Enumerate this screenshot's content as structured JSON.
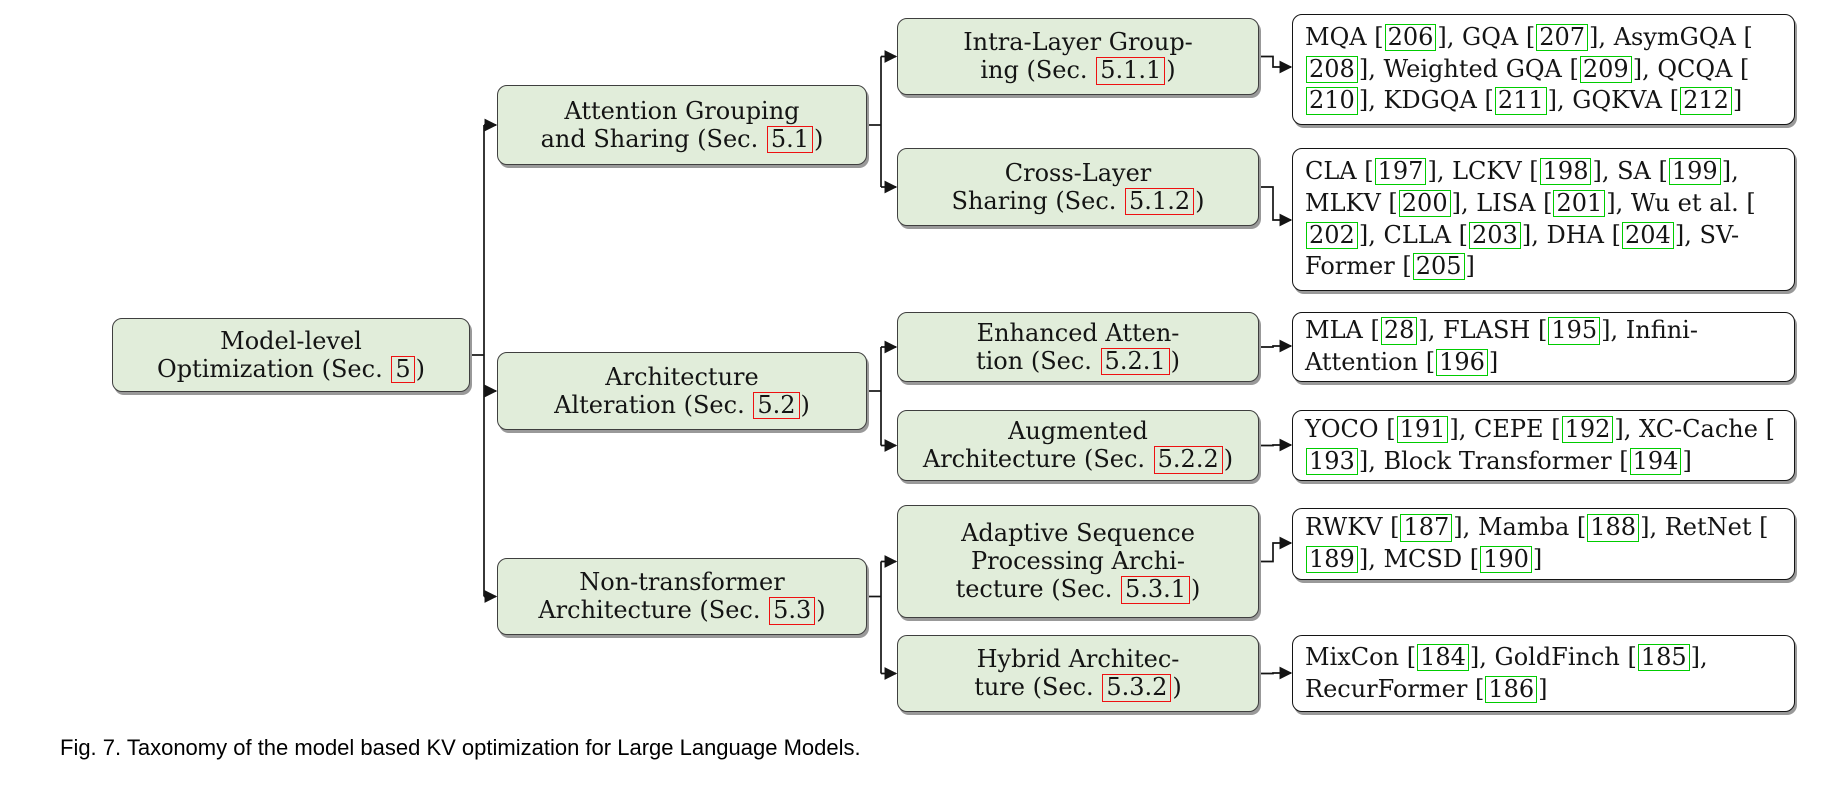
{
  "caption": "Fig. 7. Taxonomy of the model based KV optimization for Large Language Models.",
  "punct": {
    "sec_close": ")",
    "cite_open": " [",
    "cite_close": "]",
    "sep": ", "
  },
  "colors": {
    "node_fill": "#e1edda",
    "node_border": "#3f3f3f",
    "leaf_border": "#141414",
    "sec_border": "#ee1111",
    "cite_border": "#00cc00",
    "connector": "#141414"
  },
  "nodes": [
    {
      "id": "root",
      "pre": "Model-level\nOptimization (Sec. ",
      "sec": "5"
    },
    {
      "id": "5.1",
      "pre": "Attention Grouping\nand Sharing (Sec. ",
      "sec": "5.1"
    },
    {
      "id": "5.2",
      "pre": "Architecture\nAlteration (Sec. ",
      "sec": "5.2"
    },
    {
      "id": "5.3",
      "pre": "Non-transformer\nArchitecture (Sec. ",
      "sec": "5.3"
    },
    {
      "id": "5.1.1",
      "pre": "Intra-Layer Group-\ning (Sec. ",
      "sec": "5.1.1"
    },
    {
      "id": "5.1.2",
      "pre": "Cross-Layer\nSharing (Sec. ",
      "sec": "5.1.2"
    },
    {
      "id": "5.2.1",
      "pre": "Enhanced Atten-\ntion (Sec. ",
      "sec": "5.2.1"
    },
    {
      "id": "5.2.2",
      "pre": "Augmented\nArchitecture (Sec. ",
      "sec": "5.2.2"
    },
    {
      "id": "5.3.1",
      "pre": "Adaptive Sequence\nProcessing Archi-\ntecture (Sec. ",
      "sec": "5.3.1"
    },
    {
      "id": "5.3.2",
      "pre": "Hybrid Architec-\nture (Sec. ",
      "sec": "5.3.2"
    }
  ],
  "leaves": [
    {
      "id": "leaf-5.1.1",
      "entries": [
        {
          "name": "MQA",
          "ref": "206"
        },
        {
          "name": "GQA",
          "ref": "207"
        },
        {
          "name": "AsymGQA",
          "ref": "208"
        },
        {
          "name": "Weighted GQA",
          "ref": "209"
        },
        {
          "name": "QCQA",
          "ref": "210"
        },
        {
          "name": "KDGQA",
          "ref": "211"
        },
        {
          "name": "GQKVA",
          "ref": "212"
        }
      ]
    },
    {
      "id": "leaf-5.1.2",
      "entries": [
        {
          "name": "CLA",
          "ref": "197"
        },
        {
          "name": "LCKV",
          "ref": "198"
        },
        {
          "name": "SA",
          "ref": "199"
        },
        {
          "name": "MLKV",
          "ref": "200"
        },
        {
          "name": "LISA",
          "ref": "201"
        },
        {
          "name": "Wu et al.",
          "ref": "202"
        },
        {
          "name": "CLLA",
          "ref": "203"
        },
        {
          "name": "DHA",
          "ref": "204"
        },
        {
          "name": "SV-Former",
          "ref": "205"
        }
      ]
    },
    {
      "id": "leaf-5.2.1",
      "entries": [
        {
          "name": "MLA",
          "ref": "28"
        },
        {
          "name": "FLASH",
          "ref": "195"
        },
        {
          "name": "Infini-Attention",
          "ref": "196"
        }
      ]
    },
    {
      "id": "leaf-5.2.2",
      "entries": [
        {
          "name": "YOCO",
          "ref": "191"
        },
        {
          "name": "CEPE",
          "ref": "192"
        },
        {
          "name": "XC-Cache",
          "ref": "193"
        },
        {
          "name": "Block Transformer",
          "ref": "194"
        }
      ]
    },
    {
      "id": "leaf-5.3.1",
      "entries": [
        {
          "name": "RWKV",
          "ref": "187"
        },
        {
          "name": "Mamba",
          "ref": "188"
        },
        {
          "name": "RetNet",
          "ref": "189"
        },
        {
          "name": "MCSD",
          "ref": "190"
        }
      ]
    },
    {
      "id": "leaf-5.3.2",
      "entries": [
        {
          "name": "MixCon",
          "ref": "184"
        },
        {
          "name": "GoldFinch",
          "ref": "185"
        },
        {
          "name": "RecurFormer",
          "ref": "186"
        }
      ]
    }
  ]
}
